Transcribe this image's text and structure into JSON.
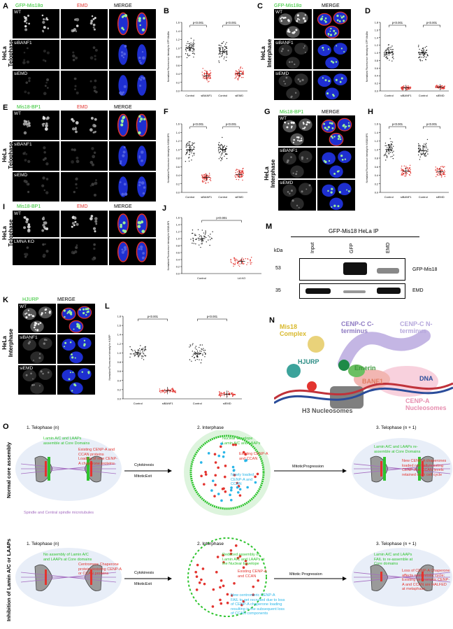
{
  "panels": {
    "A": {
      "letter": "A",
      "ch1": "GFP-Mis18α",
      "ch2": "EMD",
      "ch3": "MERGE",
      "rows": [
        "WT",
        "siBANF1",
        "siEMD"
      ],
      "side": "HeLa\nTelophase"
    },
    "B": {
      "letter": "B"
    },
    "C": {
      "letter": "C",
      "ch1": "GFP-Mis18α",
      "ch3": "MERGE",
      "rows": [
        "WT",
        "siBANF1",
        "siEMD"
      ],
      "side": "HeLa\nInterphase"
    },
    "D": {
      "letter": "D"
    },
    "E": {
      "letter": "E",
      "ch1": "Mis18-BP1",
      "ch2": "EMD",
      "ch3": "MERGE",
      "rows": [
        "WT",
        "siBANF1",
        "siEMD"
      ],
      "side": "HeLa\nTelophase"
    },
    "F": {
      "letter": "F"
    },
    "G": {
      "letter": "G",
      "ch1": "Mis18-BP1",
      "ch3": "MERGE",
      "rows": [
        "WT",
        "siBANF1",
        "siEMD"
      ],
      "side": "HeLa\nInterphase"
    },
    "H": {
      "letter": "H"
    },
    "I": {
      "letter": "I",
      "ch1": "Mis18-BP1",
      "ch2": "EMD",
      "ch3": "MERGE",
      "rows": [
        "WT",
        "LMNA KO"
      ],
      "side": "HeLa\nTelophase"
    },
    "J": {
      "letter": "J"
    },
    "K": {
      "letter": "K",
      "ch1": "HJURP",
      "ch3": "MERGE",
      "rows": [
        "WT",
        "siBANF1",
        "siEMD"
      ],
      "side": "HeLa\nInterphase"
    },
    "L": {
      "letter": "L"
    },
    "M": {
      "letter": "M",
      "title": "GFP-Mis18 HeLa IP",
      "kda": "kDa",
      "lanes": [
        "Input",
        "GFP",
        "EMD"
      ],
      "marks": [
        "53",
        "35"
      ],
      "bands": [
        "GFP-Mis18",
        "EMD"
      ]
    },
    "N": {
      "letter": "N",
      "labels": {
        "mis18": "Mis18\nComplex",
        "cenpc_c": "CENP-C C-\nterminus",
        "cenpc_n": "CENP-C N-\nterminus",
        "hjurp": "HJURP",
        "emerin": "Emerin",
        "banf1": "BANF1",
        "dna": "DNA",
        "h3": "H3 Nucleosomes",
        "cenpa": "CENP-A\nNucleosomes"
      }
    },
    "O": {
      "letter": "O"
    }
  },
  "chart_data": [
    {
      "type": "scatter",
      "panel": "B",
      "categories": [
        "Control",
        "siBANF1",
        "Control",
        "siEMD"
      ],
      "ylabel": "Normalized Fluorescence Intensity for GFP-Mis18α",
      "ylim": [
        0,
        1.6
      ],
      "yticks": [
        "0.0",
        "0.2",
        "0.4",
        "0.6",
        "0.8",
        "1.0",
        "1.2",
        "1.4",
        "1.6"
      ],
      "means": [
        1.0,
        0.35,
        0.92,
        0.4
      ],
      "pvalues": [
        "p<0.001",
        "p<0.001"
      ]
    },
    {
      "type": "scatter",
      "panel": "D",
      "categories": [
        "Control",
        "siBANF1",
        "Control",
        "siEMD"
      ],
      "ylabel": "Normalized Fluorescence Intensity for GFP-Mis18α",
      "ylim": [
        0,
        1.8
      ],
      "yticks": [
        "0.0",
        "0.2",
        "0.4",
        "0.6",
        "0.8",
        "1.0",
        "1.2",
        "1.4",
        "1.6",
        "1.8"
      ],
      "means": [
        1.0,
        0.08,
        1.0,
        0.1
      ],
      "pvalues": [
        "p<0.001",
        "p<0.001"
      ]
    },
    {
      "type": "scatter",
      "panel": "F",
      "categories": [
        "Control",
        "siBANF1",
        "Control",
        "siEMD"
      ],
      "ylabel": "Normalized Fluorescence Intensity for MIS18-BP1",
      "ylim": [
        0,
        1.6
      ],
      "yticks": [
        "0.0",
        "0.2",
        "0.4",
        "0.6",
        "0.8",
        "1.0",
        "1.2",
        "1.4",
        "1.6"
      ],
      "means": [
        1.0,
        0.35,
        1.0,
        0.42
      ],
      "pvalues": [
        "p<0.001",
        "p<0.001"
      ]
    },
    {
      "type": "scatter",
      "panel": "H",
      "categories": [
        "Control",
        "siBANF1",
        "Control",
        "siEMD"
      ],
      "ylabel": "Normalized Fluorescence Intensity for MIS18-BP1",
      "ylim": [
        0,
        1.6
      ],
      "yticks": [
        "0.0",
        "0.2",
        "0.4",
        "0.6",
        "0.8",
        "1.0",
        "1.2",
        "1.4",
        "1.6"
      ],
      "means": [
        1.0,
        0.5,
        0.98,
        0.48
      ],
      "pvalues": [
        "p<0.001",
        "p<0.001"
      ]
    },
    {
      "type": "scatter",
      "panel": "J",
      "categories": [
        "Control",
        "LA KO"
      ],
      "ylabel": "Normalized Fluorescence Intensity for MIS18-BP1",
      "ylim": [
        0,
        1.6
      ],
      "yticks": [
        "0.0",
        "0.2",
        "0.4",
        "0.6",
        "0.8",
        "1.0",
        "1.2",
        "1.4",
        "1.6"
      ],
      "means": [
        1.0,
        0.35
      ],
      "pvalues": [
        "p<0.001"
      ]
    },
    {
      "type": "scatter",
      "panel": "L",
      "categories": [
        "Control",
        "siBANF1",
        "Control",
        "siEMD"
      ],
      "ylabel": "Normalized Fluorescence Intensity for HJURP",
      "ylim": [
        0,
        1.8
      ],
      "yticks": [
        "0.0",
        "0.2",
        "0.4",
        "0.6",
        "0.8",
        "1.0",
        "1.2",
        "1.4",
        "1.6",
        "1.8"
      ],
      "means": [
        1.0,
        0.18,
        0.98,
        0.1
      ],
      "pvalues": [
        "p<0.001",
        "p<0.001"
      ]
    }
  ],
  "schematic": {
    "left_label_top": "Normal core assembly",
    "left_label_bottom": "Inhibition of Lamin A/C or LAAPs",
    "top": {
      "s1": "1.   Telophase (n)",
      "s2": "2.   Interphase",
      "s3": "3.   Telophase (n + 1)",
      "a1a": "Cytokinesis",
      "a1b": "MitoticExit",
      "a2": "MitoticProgression",
      "t1": "Lamin A/C and LAAPs\nassemble at Core Domains",
      "t2": "Existing CENP-A and\nCCAN proteins\nLoading of new CENP-\nA chaperone proteins",
      "t3": "Spindle and Central spindle microtubules",
      "t4": "Nuclear Envelope\nLamin A/C and LAAPs",
      "t5": "Existing CENP-A\nand CCAN",
      "t6": "Newly loaded\nCENP-A and\nCCAN",
      "t7": "Lamin A/C and LAAPs re-\nassemble at Core Domains",
      "t8": "New CENP-A chaperones\nloaded normally/existing\nCENP-A or CCAN levels\nretained each cell cycle"
    },
    "bottom": {
      "s1": "1.   Telophase (n)",
      "s2": "2.   Interphase",
      "s3": "3.   Telophase (n + 1)",
      "a1a": "Cytokinesis",
      "a1b": "MitoticExit",
      "a2": "Mitotic Progression",
      "t1": "No assembly of Lamin A/C\nand LAAPs at Core domains",
      "t2": "Centromere Chaperone\nproteins/existing CENP-A\nor CCAN proteins",
      "t4": "Reduced assembly of\nLamin A/C and LAAPs at\nthe Nuclear Envelope",
      "t5": "Existing CENP-A\nand CCAN",
      "t6": "New centromeric CENP-A\nFAIL to get recruited due to loss\nof CENP-A chaperone loading\nresulting in the subsequent loss\nof CCAN components",
      "t7": "Lamin A/C and LAAPs\nFAIL to re-assemble at\nCore domains",
      "t8": "Loss of CENP-A Chaperone\naffects next mitotic cycle;\nExisting centromeric CENP-\nA and CCAN are HALFED\nat metaphase."
    }
  },
  "colors": {
    "green": "#2ec42e",
    "red": "#e3342f",
    "blue": "#1e2fd0",
    "cyan": "#29b6e8"
  }
}
